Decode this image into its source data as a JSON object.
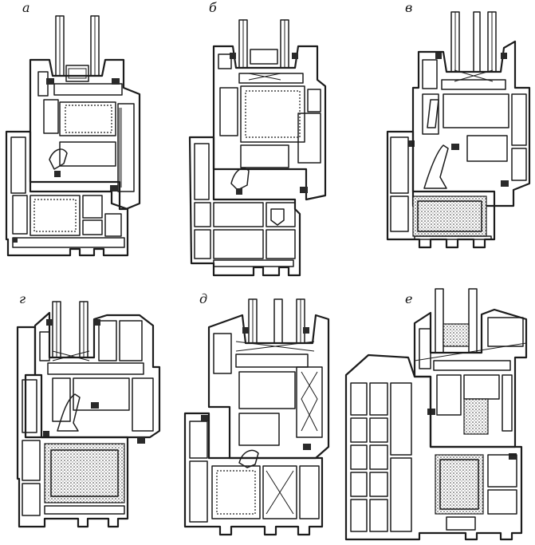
{
  "figure": {
    "panels": [
      {
        "id": "a",
        "label": "а"
      },
      {
        "id": "b",
        "label": "б"
      },
      {
        "id": "v",
        "label": "в"
      },
      {
        "id": "g",
        "label": "г"
      },
      {
        "id": "d",
        "label": "д"
      },
      {
        "id": "e",
        "label": "е"
      }
    ]
  }
}
